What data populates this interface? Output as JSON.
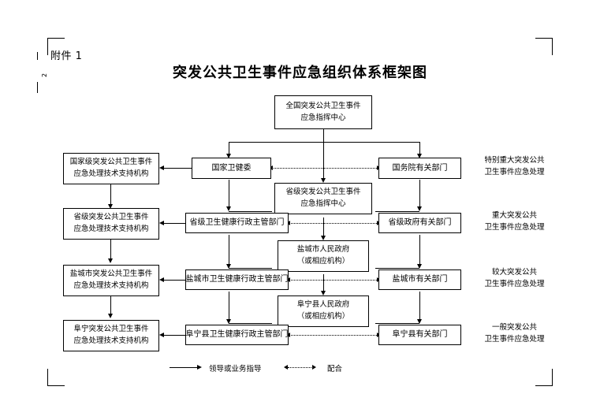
{
  "document": {
    "attachment_label": "附件 1",
    "page_number": "2",
    "title": "突发公共卫生事件应急组织体系框架图"
  },
  "nodes": {
    "national_command": {
      "line1": "全国突发公共卫生事件",
      "line2": "应急指挥中心"
    },
    "national_nhc": {
      "line1": "国家卫健委"
    },
    "state_council_depts": {
      "line1": "国务院有关部门"
    },
    "provincial_command": {
      "line1": "省级突发公共卫生事件",
      "line2": "应急指挥中心"
    },
    "provincial_health_admin": {
      "line1": "省级卫生健康行政主管部门"
    },
    "provincial_gov_depts": {
      "line1": "省级政府有关部门"
    },
    "yancheng_gov": {
      "line1": "盐城市人民政府",
      "line2": "（或相应机构）"
    },
    "yancheng_health_admin": {
      "line1": "盐城市卫生健康行政主管部门"
    },
    "yancheng_depts": {
      "line1": "盐城市有关部门"
    },
    "funing_gov": {
      "line1": "阜宁县人民政府",
      "line2": "（或相应机构）"
    },
    "funing_health_admin": {
      "line1": "阜宁县卫生健康行政主管部门"
    },
    "funing_depts": {
      "line1": "阜宁县有关部门"
    },
    "tech_national": {
      "line1": "国家级突发公共卫生事件",
      "line2": "应急处理技术支持机构"
    },
    "tech_provincial": {
      "line1": "省级突发公共卫生事件",
      "line2": "应急处理技术支持机构"
    },
    "tech_yancheng": {
      "line1": "盐城市突发公共卫生事件",
      "line2": "应急处理技术支持机构"
    },
    "tech_funing": {
      "line1": "阜宁突发公共卫生事件",
      "line2": "应急处理技术支持机构"
    }
  },
  "level_labels": [
    {
      "line1": "特别重大突发公共",
      "line2": "卫生事件应急处理"
    },
    {
      "line1": "重大突发公共",
      "line2": "卫生事件应急处理"
    },
    {
      "line1": "较大突发公共",
      "line2": "卫生事件应急处理"
    },
    {
      "line1": "一般突发公共",
      "line2": "卫生事件应急处理"
    }
  ],
  "legend": {
    "solid_label": "领导或业务指导",
    "dotted_label": "配合"
  },
  "colors": {
    "line": "#000000",
    "background": "#ffffff",
    "text": "#000000"
  }
}
